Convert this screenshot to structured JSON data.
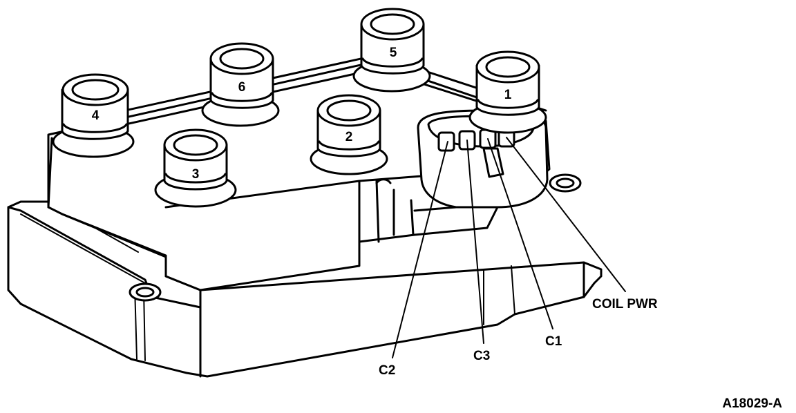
{
  "figure_id": "A18029-A",
  "towers": [
    {
      "number": "1"
    },
    {
      "number": "2"
    },
    {
      "number": "3"
    },
    {
      "number": "4"
    },
    {
      "number": "5"
    },
    {
      "number": "6"
    }
  ],
  "callouts": {
    "coil_pwr": "COIL PWR",
    "c1": "C1",
    "c2": "C2",
    "c3": "C3"
  }
}
